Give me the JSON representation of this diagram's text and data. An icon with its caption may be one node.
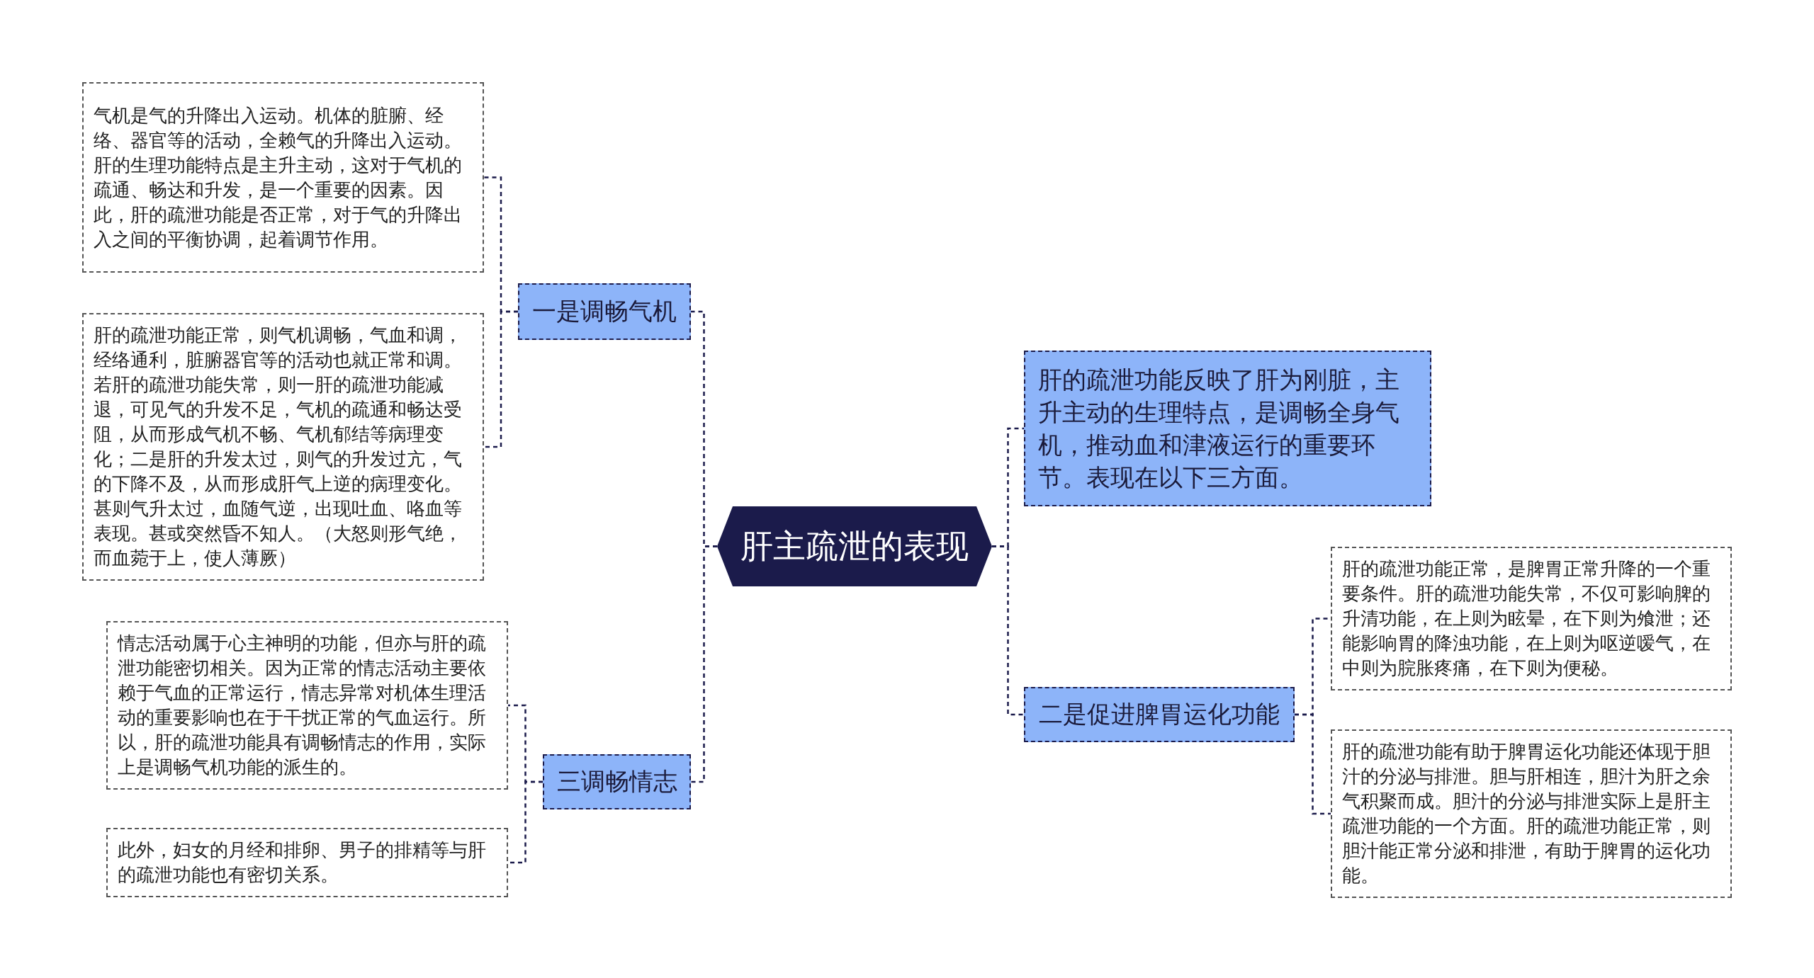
{
  "diagram": {
    "nodes": [
      {
        "text": [
          "肝主疏泄的表现"
        ]
      },
      {
        "text": [
          "一是调畅气机"
        ]
      },
      {
        "text": [
          "气机是气的升降出入运动。机体的脏腑、经络、器官等的活动，全赖气的升降出入运动。肝的生理功能特点是主升主动，这对于气机的疏通、畅达和升发，是一个重要的因素。因此，肝的疏泄功能是否正常，对于气的升降出入之间的平衡协调，起着调节作用。"
        ]
      },
      {
        "text": [
          "肝的疏泄功能正常，则气机调畅，气血和调，经络通利，脏腑器官等的活动也就正常和调。若肝的疏泄功能失常，则一肝的疏泄功能减退，可见气的升发不足，气机的疏通和畅达受阻，从而形成气机不畅、气机郁结等病理变化；二是肝的升发太过，则气的升发过亢，气的下降不及，从而形成肝气上逆的病理变化。甚则气升太过，血随气逆，出现吐血、咯血等表现。甚或突然昏不知人。（大怒则形气绝，而血菀于上，使人薄厥）"
        ]
      },
      {
        "text": [
          "三调畅情志"
        ]
      },
      {
        "text": [
          "情志活动属于心主神明的功能，但亦与肝的疏泄功能密切相关。因为正常的情志活动主要依赖于气血的正常运行，情志异常对机体生理活动的重要影响也在于干扰正常的气血运行。所以，肝的疏泄功能具有调畅情志的作用，实际上是调畅气机功能的派生的。"
        ]
      },
      {
        "text": [
          "此外，妇女的月经和排卵、男子的排精等与肝的疏泄功能也有密切关系。"
        ]
      },
      {
        "text": [
          "肝的疏泄功能反映了肝为刚脏，主升主动的生理特点，是调畅全身气机，推动血和津液运行的重要环节。表现在以下三方面。"
        ]
      },
      {
        "text": [
          "二是促进脾胃运化功能"
        ]
      },
      {
        "text": [
          "肝的疏泄功能正常，是脾胃正常升降的一个重要条件。肝的疏泄功能失常，不仅可影响脾的升清功能，在上则为眩晕，在下则为飧泄；还能影响胃的降浊功能，在上则为呕逆嗳气，在中则为脘胀疼痛，在下则为便秘。"
        ]
      },
      {
        "text": [
          "肝的疏泄功能有助于脾胃运化功能还体现于胆汁的分泌与排泄。胆与肝相连，胆汁为肝之余气积聚而成。胆汁的分泌与排泄实际上是肝主疏泄功能的一个方面。肝的疏泄功能正常，则胆汁能正常分泌和排泄，有助于脾胃的运化功能。"
        ]
      }
    ],
    "edges": [
      {
        "from": 0,
        "to": 1,
        "arrow": "none"
      },
      {
        "from": 0,
        "to": 4,
        "arrow": "none"
      },
      {
        "from": 0,
        "to": 7,
        "arrow": "none"
      },
      {
        "from": 0,
        "to": 8,
        "arrow": "none"
      },
      {
        "from": 1,
        "to": 2,
        "arrow": "none"
      },
      {
        "from": 1,
        "to": 3,
        "arrow": "none"
      },
      {
        "from": 4,
        "to": 5,
        "arrow": "none"
      },
      {
        "from": 4,
        "to": 6,
        "arrow": "none"
      },
      {
        "from": 8,
        "to": 9,
        "arrow": "none"
      },
      {
        "from": 8,
        "to": 10,
        "arrow": "none"
      }
    ]
  }
}
